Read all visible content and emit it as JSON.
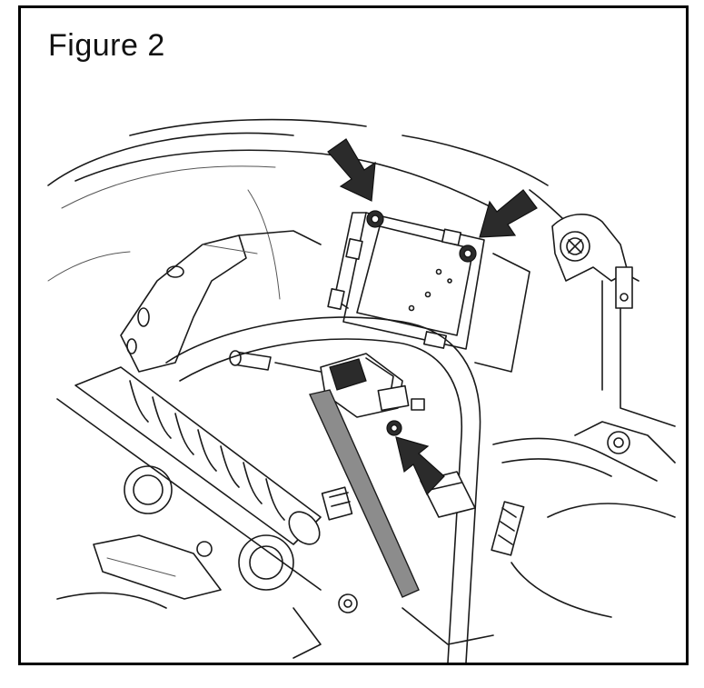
{
  "figure": {
    "title": "Figure 2"
  },
  "callouts": [
    {
      "name": "top-left-bolt-arrow",
      "points_to": "upper-left-mounting-bolt"
    },
    {
      "name": "top-right-bolt-arrow",
      "points_to": "upper-right-mounting-bolt"
    },
    {
      "name": "bottom-bolt-arrow",
      "points_to": "lower-mounting-bolt"
    }
  ],
  "colors": {
    "line": "#1a1a1a",
    "arrow": "#111111",
    "strap": "#8c8c8c",
    "frame": "#000000"
  }
}
